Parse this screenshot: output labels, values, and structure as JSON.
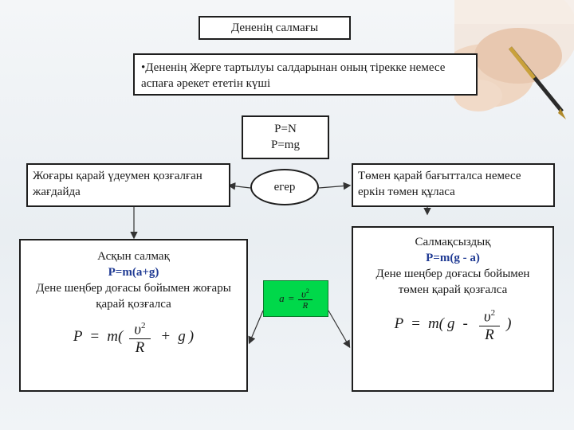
{
  "title": "Дененің салмағы",
  "definition": "•Дененің Жерге тартылуы салдарынан оның тірекке немесе аспаға әрекет ететін күші",
  "formula_box": {
    "line1": "P=N",
    "line2": "P=mg"
  },
  "condition": "егер",
  "left_case": "Жоғары қарай үдеумен қозғалған жағдайда",
  "right_case": "Төмен қарай бағытталса немесе еркін төмен құласа",
  "overload": {
    "title": "Асқын салмақ",
    "formula": "P=m(a+g)",
    "desc": "Дене шеңбер доғасы бойымен жоғары қарай қозғалса",
    "eq": {
      "P": "P",
      "eq": "=",
      "m": "m(",
      "num": "υ",
      "exp": "2",
      "den": "R",
      "op": "+",
      "g": "g",
      "close": ")"
    }
  },
  "weightless": {
    "title": "Салмақсыздық",
    "formula": "P=m(g - a)",
    "desc": "Дене шеңбер доғасы бойымен төмен қарай қозғалса",
    "eq": {
      "P": "P",
      "eq": "=",
      "m": "m(",
      "g": "g",
      "op": "-",
      "num": "υ",
      "exp": "2",
      "den": "R",
      "close": ")"
    }
  },
  "accel": {
    "a": "a",
    "eq": "=",
    "num": "υ",
    "exp": "2",
    "den": "R"
  },
  "colors": {
    "accel_bg": "#00d84a",
    "formula_blue": "#1f3a93"
  }
}
